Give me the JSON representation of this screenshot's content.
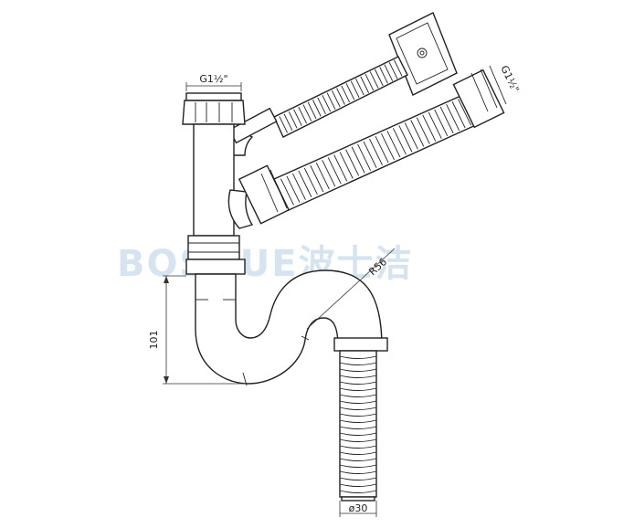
{
  "labels": {
    "thread_top": "G1½\"",
    "thread_side": "G1½\"",
    "height_dim": "101",
    "radius_dim": "R56",
    "outlet_dim": "ø30"
  },
  "watermark": "BOSHUE波士洁",
  "colors": {
    "line": "#222222",
    "watermark": "#c9dced"
  }
}
